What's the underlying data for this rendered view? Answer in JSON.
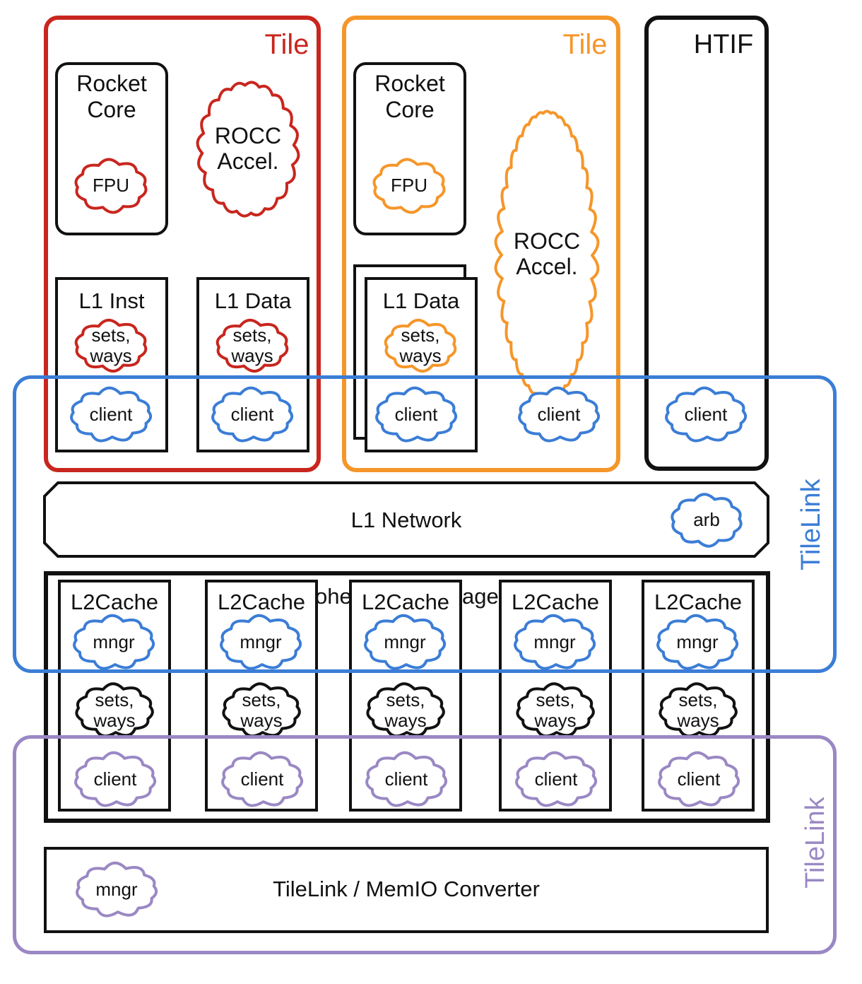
{
  "diagram": {
    "tile_red": {
      "title": "Tile",
      "color": "#c8261e"
    },
    "tile_orange": {
      "title": "Tile",
      "color": "#f5962a"
    },
    "htif": {
      "title": "HTIF",
      "client": "client"
    },
    "rocket_core_label": "Rocket\nCore",
    "fpu_label": "FPU",
    "rocc_label": "ROCC\nAccel.",
    "l1_inst_label": "L1 Inst",
    "l1_data_label": "L1 Data",
    "sets_ways_label": "sets,\nways",
    "client_label": "client",
    "l1_network": {
      "label": "L1 Network",
      "arb": "arb"
    },
    "tilelink_upper": {
      "label": "TileLink",
      "color": "#3b7dd6"
    },
    "tilelink_lower": {
      "label": "TileLink",
      "color": "#9a88c4"
    },
    "coherence_partial_left": "ohe",
    "coherence_partial_right": "age",
    "l2cache_label": "L2Cache",
    "mngr_label": "mngr",
    "converter": {
      "label": "TileLink / MemIO Converter",
      "mngr": "mngr"
    }
  }
}
